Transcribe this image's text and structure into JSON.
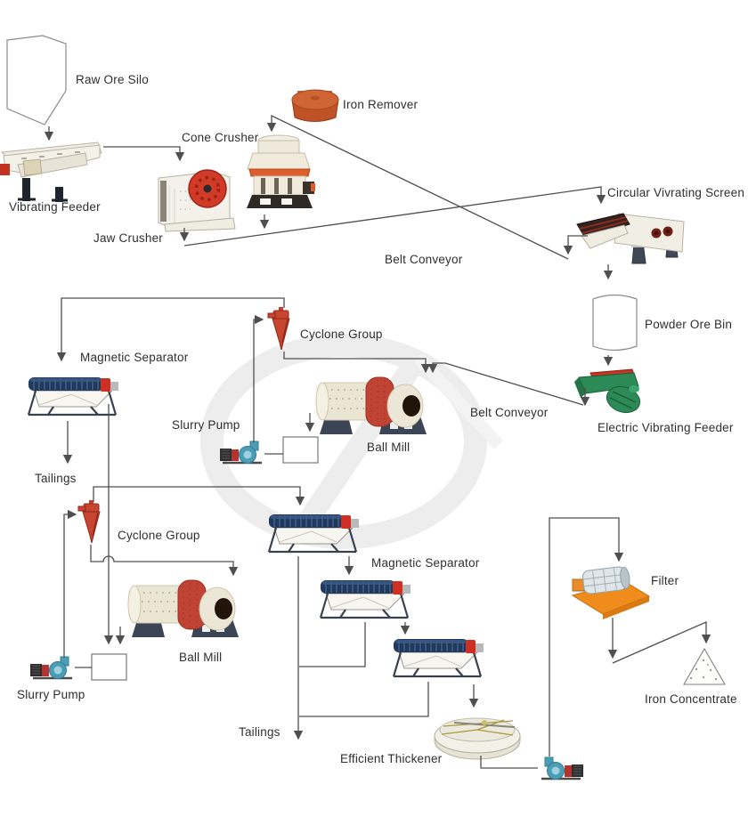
{
  "diagram_type": "mineral-processing-flow",
  "labels": {
    "raw_ore_silo": "Raw Ore Silo",
    "vibrating_feeder": "Vibrating Feeder",
    "cone_crusher": "Cone Crusher",
    "jaw_crusher": "Jaw Crusher",
    "iron_remover": "Iron Remover",
    "belt_conveyor_top": "Belt Conveyor",
    "circular_vibrating_screen": "Circular Vivrating Screen",
    "powder_ore_bin": "Powder Ore Bin",
    "magnetic_separator_1": "Magnetic Separator",
    "cyclone_group_1": "Cyclone Group",
    "slurry_pump_1": "Slurry Pump",
    "ball_mill_1": "Ball Mill",
    "belt_conveyor_mid": "Belt Conveyor",
    "electric_vibrating_feeder": "Electric Vibrating Feeder",
    "tailings_1": "Tailings",
    "cyclone_group_2": "Cyclone Group",
    "magnetic_separator_2": "Magnetic Separator",
    "ball_mill_2": "Ball Mill",
    "slurry_pump_2": "Slurry Pump",
    "filter": "Filter",
    "iron_concentrate": "Iron Concentrate",
    "tailings_2": "Tailings",
    "efficient_thickener": "Efficient Thickener"
  },
  "flow_edges": [
    "Raw Ore Silo -> Vibrating Feeder",
    "Vibrating Feeder -> Jaw Crusher",
    "Jaw Crusher -> Belt Conveyor -> Circular Vivrating Screen",
    "Circular Vivrating Screen (oversize) -> Belt Conveyor -> Cone Crusher",
    "Cone Crusher -> Belt Conveyor -> Circular Vivrating Screen",
    "Circular Vivrating Screen -> Powder Ore Bin",
    "Powder Ore Bin -> Electric Vibrating Feeder",
    "Electric Vibrating Feeder -> Belt Conveyor -> Ball Mill",
    "Ball Mill -> Slurry Pump -> Cyclone Group",
    "Cyclone Group underflow -> Ball Mill",
    "Cyclone Group overflow -> Magnetic Separator",
    "Magnetic Separator -> Tailings",
    "Magnetic Separator concentrate -> Slurry Pump -> Cyclone Group 2",
    "Cyclone Group 2 underflow -> Ball Mill 2",
    "Cyclone Group 2 overflow -> Magnetic Separator 2",
    "Magnetic Separators 2 -> Tailings",
    "Magnetic Separator final -> Efficient Thickener",
    "Efficient Thickener -> Slurry Pump -> Filter",
    "Filter -> Iron Concentrate"
  ],
  "colors": {
    "line": "#4f4f4f",
    "text": "#2e2e2e",
    "machine_red": "#c9402e",
    "machine_orange": "#e8851c",
    "iron_remover_orange": "#c75a2b",
    "machine_green": "#2c8a56",
    "pump_teal": "#4d9cb5",
    "roller_navy": "#21395c",
    "frame_dark": "#3c4556",
    "shell_cream": "#ebe5d4",
    "watermark_gray": "#ededed"
  }
}
